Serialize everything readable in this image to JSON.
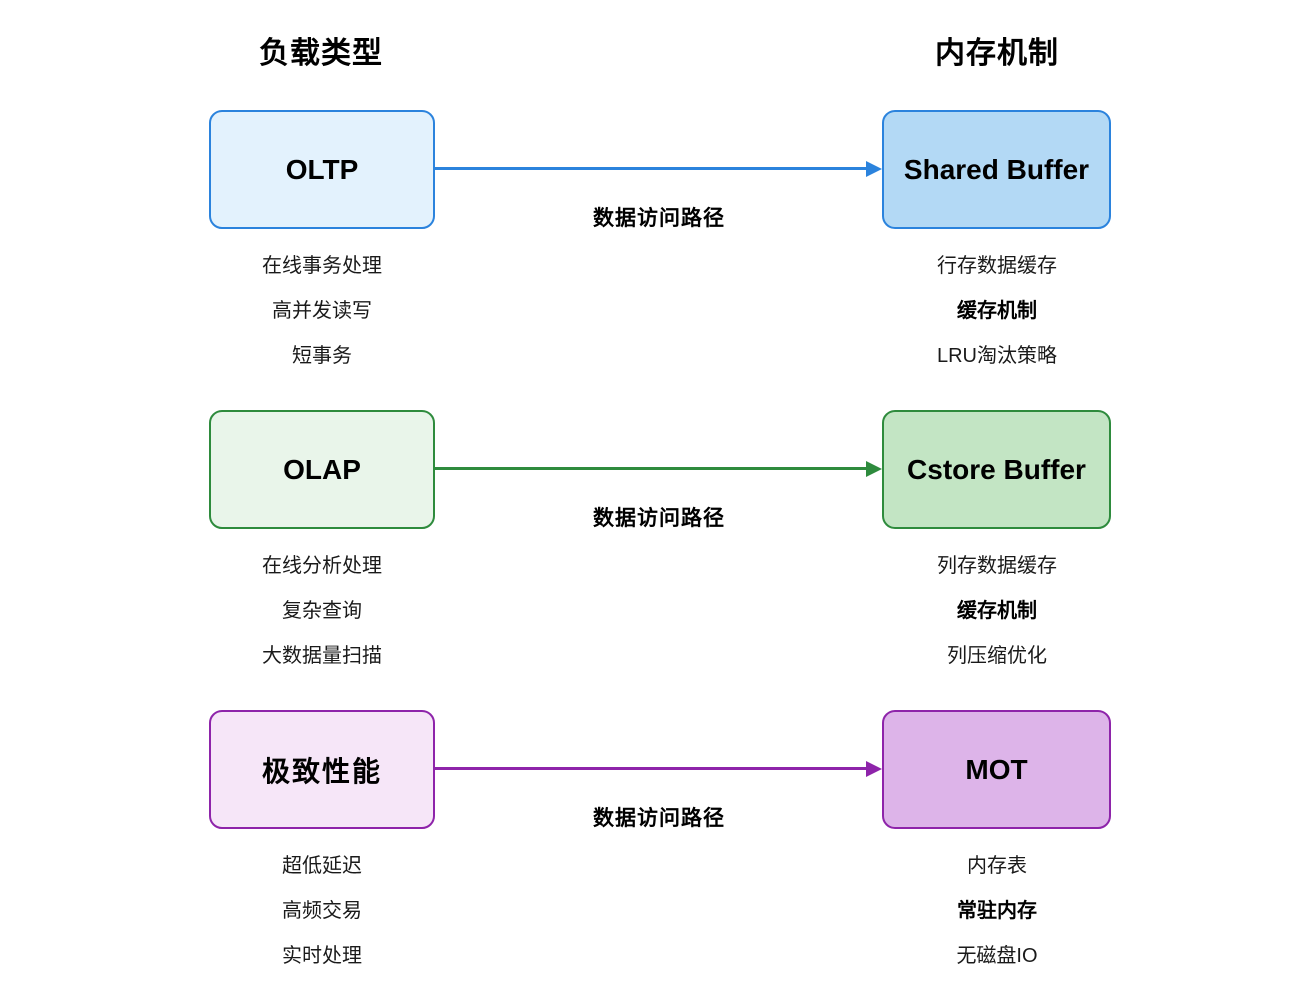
{
  "headers": {
    "left": "负载类型",
    "right": "内存机制"
  },
  "arrow_label": "数据访问路径",
  "colors": {
    "oltp_fill": "#e3f2fd",
    "oltp_border": "#2b83dd",
    "shared_buffer_fill": "#b3d9f5",
    "shared_buffer_border": "#2b83dd",
    "olap_fill": "#e9f5ea",
    "olap_border": "#2e8b3d",
    "cstore_fill": "#c3e5c4",
    "cstore_border": "#2e8b3d",
    "mot_left_fill": "#f6e6f8",
    "mot_left_border": "#8e24aa",
    "mot_fill": "#ddb4e9",
    "mot_border": "#8e24aa"
  },
  "rows": [
    {
      "id": "oltp",
      "left": {
        "title": "OLTP",
        "title_is_cjk": false,
        "items": [
          "在线事务处理",
          "高并发读写",
          "短事务"
        ]
      },
      "right": {
        "title": "Shared Buffer",
        "title_is_cjk": false,
        "items": [
          "行存数据缓存",
          "缓存机制",
          "LRU淘汰策略"
        ],
        "bold_index": 1
      },
      "arrow_label": "数据访问路径",
      "accent": "#2b83dd"
    },
    {
      "id": "olap",
      "left": {
        "title": "OLAP",
        "title_is_cjk": false,
        "items": [
          "在线分析处理",
          "复杂查询",
          "大数据量扫描"
        ]
      },
      "right": {
        "title": "Cstore Buffer",
        "title_is_cjk": false,
        "items": [
          "列存数据缓存",
          "缓存机制",
          "列压缩优化"
        ],
        "bold_index": 1
      },
      "arrow_label": "数据访问路径",
      "accent": "#2e8b3d"
    },
    {
      "id": "mot",
      "left": {
        "title": "极致性能",
        "title_is_cjk": true,
        "items": [
          "超低延迟",
          "高频交易",
          "实时处理"
        ]
      },
      "right": {
        "title": "MOT",
        "title_is_cjk": false,
        "items": [
          "内存表",
          "常驻内存",
          "无磁盘IO"
        ],
        "bold_index": 1
      },
      "arrow_label": "数据访问路径",
      "accent": "#8e24aa"
    }
  ]
}
